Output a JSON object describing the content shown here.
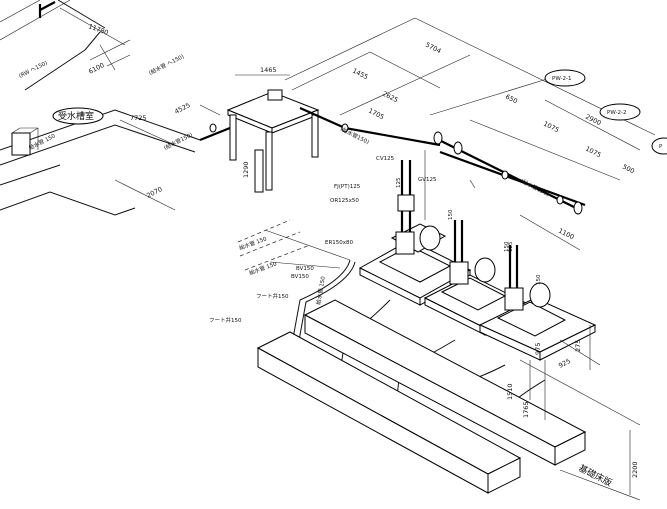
{
  "dims": {
    "d5704": "5704",
    "d1465": "1465",
    "d1455": "1455",
    "d2625": "2625",
    "d1705": "1705",
    "d650": "650",
    "d1075a": "1075",
    "d1075b": "1075",
    "d2900": "2900",
    "d500": "500",
    "d1100": "1100",
    "d7725": "7725",
    "d4525": "4525",
    "d6100": "6100",
    "d11780": "11780",
    "d2070": "2070",
    "d1290": "1290",
    "d975": "975",
    "d925": "925",
    "d275": "275",
    "d1510": "1510",
    "d1765": "1765",
    "d2200": "2200"
  },
  "labels": {
    "room": "受水槽室",
    "pw21": "PW-2-1",
    "pw22": "PW-2-2",
    "pwp": "P",
    "cv125": "CV125",
    "gv125": "GV125",
    "fj": "FJ(PT)125",
    "or": "OR125x50",
    "er": "ER150x80",
    "bv150a": "BV150",
    "bv150b": "BV150",
    "foot1": "フート弁150",
    "foot2": "フート弁150",
    "kyusui1": "給水管 150",
    "kyusui2": "給水管 150",
    "kyusui3": "給水管 150",
    "kyusui4": "給水管 150",
    "pipe1": "(給水管150)",
    "pipe2": "(給水管150)",
    "pipe3": "(給水管150)",
    "pipe4": "(RW ヘ150)",
    "dwall": "(給水管 ヘ150)",
    "kiban": "基礎床版",
    "v125": "125",
    "v150a": "150",
    "v150b": "150",
    "v125b": "125",
    "v50": "150"
  }
}
